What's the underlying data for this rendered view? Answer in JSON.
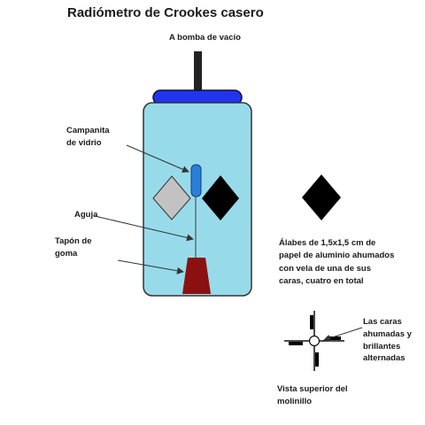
{
  "title": "Radiómetro de Crookes casero",
  "labels": {
    "pump": "A bomba de vacío",
    "bulb": "Campanita\nde vidrio",
    "needle": "Aguja",
    "stopper": "Tapón de\ngoma",
    "vanes": "Álabes de 1,5x1,5 cm de\npapel de aluminio ahumados\ncon vela de una de sus\ncaras, cuatro en total",
    "faces": "Las caras\nahumadas y\nbrillantes\nalternadas",
    "top_view": "Vista superior del\nmolinillo"
  },
  "colors": {
    "jar_fill": "#97dbea",
    "lid": "#2233ee",
    "tube": "#222222",
    "bulb": "#2c7fd6",
    "stopper": "#8b1010",
    "vane_light": "#c2c2c2",
    "vane_dark": "#000000"
  }
}
